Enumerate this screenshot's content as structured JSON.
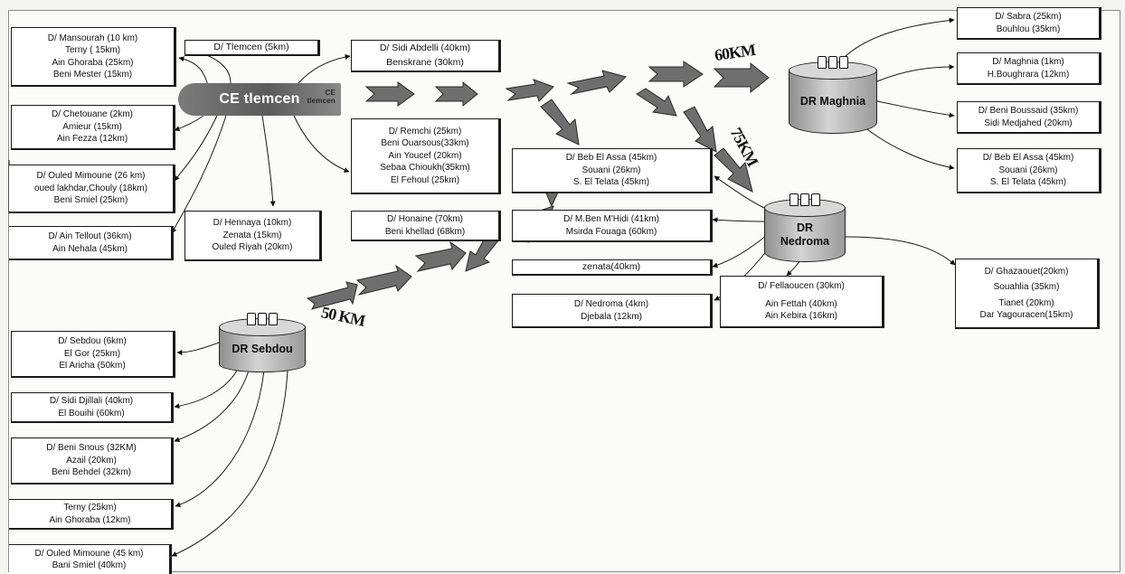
{
  "ce": {
    "label": "CE tlemcen",
    "ghost_text": "CE\ntlemcen"
  },
  "hubs": {
    "maghnia": "DR Maghnia",
    "nedroma_l1": "DR",
    "nedroma_l2": "Nedroma",
    "sebdou": "DR Sebdou"
  },
  "distances": {
    "maghnia": "60KM",
    "nedroma": "75KM",
    "sebdou": "50 KM"
  },
  "boxes": {
    "mansourah": [
      "D/ Mansourah (10 km)",
      "Terny  ( 15km)",
      "Ain Ghoraba (25km)",
      "Beni Mester (15km)"
    ],
    "tlemcen": [
      "D/ Tlemcen (5km)"
    ],
    "sidi_abdelli": [
      "D/ Sidi Abdelli (40km)",
      "Benskrane (30km)"
    ],
    "chetouane": [
      "D/ Chetouane (2km)",
      "Amieur (15km)",
      "Ain Fezza (12km)"
    ],
    "remchi": [
      "D/ Remchi (25km)",
      "Beni Ouarsous(33km)",
      "Ain Youcef (20km)",
      "Sebaa Chioukh(35km)",
      "El Fehoul (25km)"
    ],
    "ouled_mimoune": [
      "D/ Ouled Mimoune (26 km)",
      "oued lakhdar,Chouly (18km)",
      "Beni Smiel (25km)"
    ],
    "ain_tellout": [
      "D/ Ain Tellout (36km)",
      "Ain  Nehala (45km)"
    ],
    "hennaya": [
      "D/ Hennaya (10km)",
      "Zenata (15km)",
      "Ouled Riyah (20km)"
    ],
    "honaine": [
      "D/ Honaine (70km)",
      "Beni khellad (68km)"
    ],
    "beb_el_assa_c": [
      "D/ Beb El Assa (45km)",
      "Souani (26km)",
      "S. El Telata (45km)"
    ],
    "ben_mhidi": [
      "D/  M.Ben M'Hidi (41km)",
      "Msirda Fouaga (60km)"
    ],
    "zenata": [
      "zenata(40km)"
    ],
    "nedroma": [
      "D/ Nedroma (4km)",
      "Djebala (12km)"
    ],
    "fellaoucen": [
      "D/ Fellaoucen (30km)",
      "Ain Fettah (40km)",
      "Ain Kebira (16km)"
    ],
    "ghazaouet": [
      "D/  Ghazaouet(20km)",
      "Souahlia  (35km)",
      "Tianet (20km)",
      "Dar Yagouracen(15km)"
    ],
    "sabra": [
      "D/ Sabra (25km)",
      "Bouhlou (35km)"
    ],
    "maghnia": [
      "D/  Maghnia (1km)",
      "H.Boughrara (12km)"
    ],
    "beni_boussaid": [
      "D/ Beni Boussaid (35km)",
      "Sidi Medjahed (20km)"
    ],
    "beb_el_assa_r": [
      "D/ Beb El Assa (45km)",
      "Souani (26km)",
      "S. El Telata (45km)"
    ],
    "sebdou": [
      "D/ Sebdou (6km)",
      "El Gor (25km)",
      "El Aricha (50km)"
    ],
    "sidi_djillali": [
      "D/ Sidi Djillali (40km)",
      "El Bouihi (60km)"
    ],
    "beni_snous": [
      "D/ Beni Snous (32KM)",
      "Azail (20km)",
      "Beni  Behdel (32km)"
    ],
    "terny_s": [
      "Terny  (25km)",
      "Ain Ghoraba (12km)"
    ],
    "ouled_mimoune_s": [
      "D/ Ouled Mimoune (45 km)",
      "Bani Smiel (40km)"
    ]
  },
  "colors": {
    "arrow_fill": "#6e6e6e",
    "hub_fill": "#b8b8b8",
    "ce_fill": "#6a6a6a"
  }
}
